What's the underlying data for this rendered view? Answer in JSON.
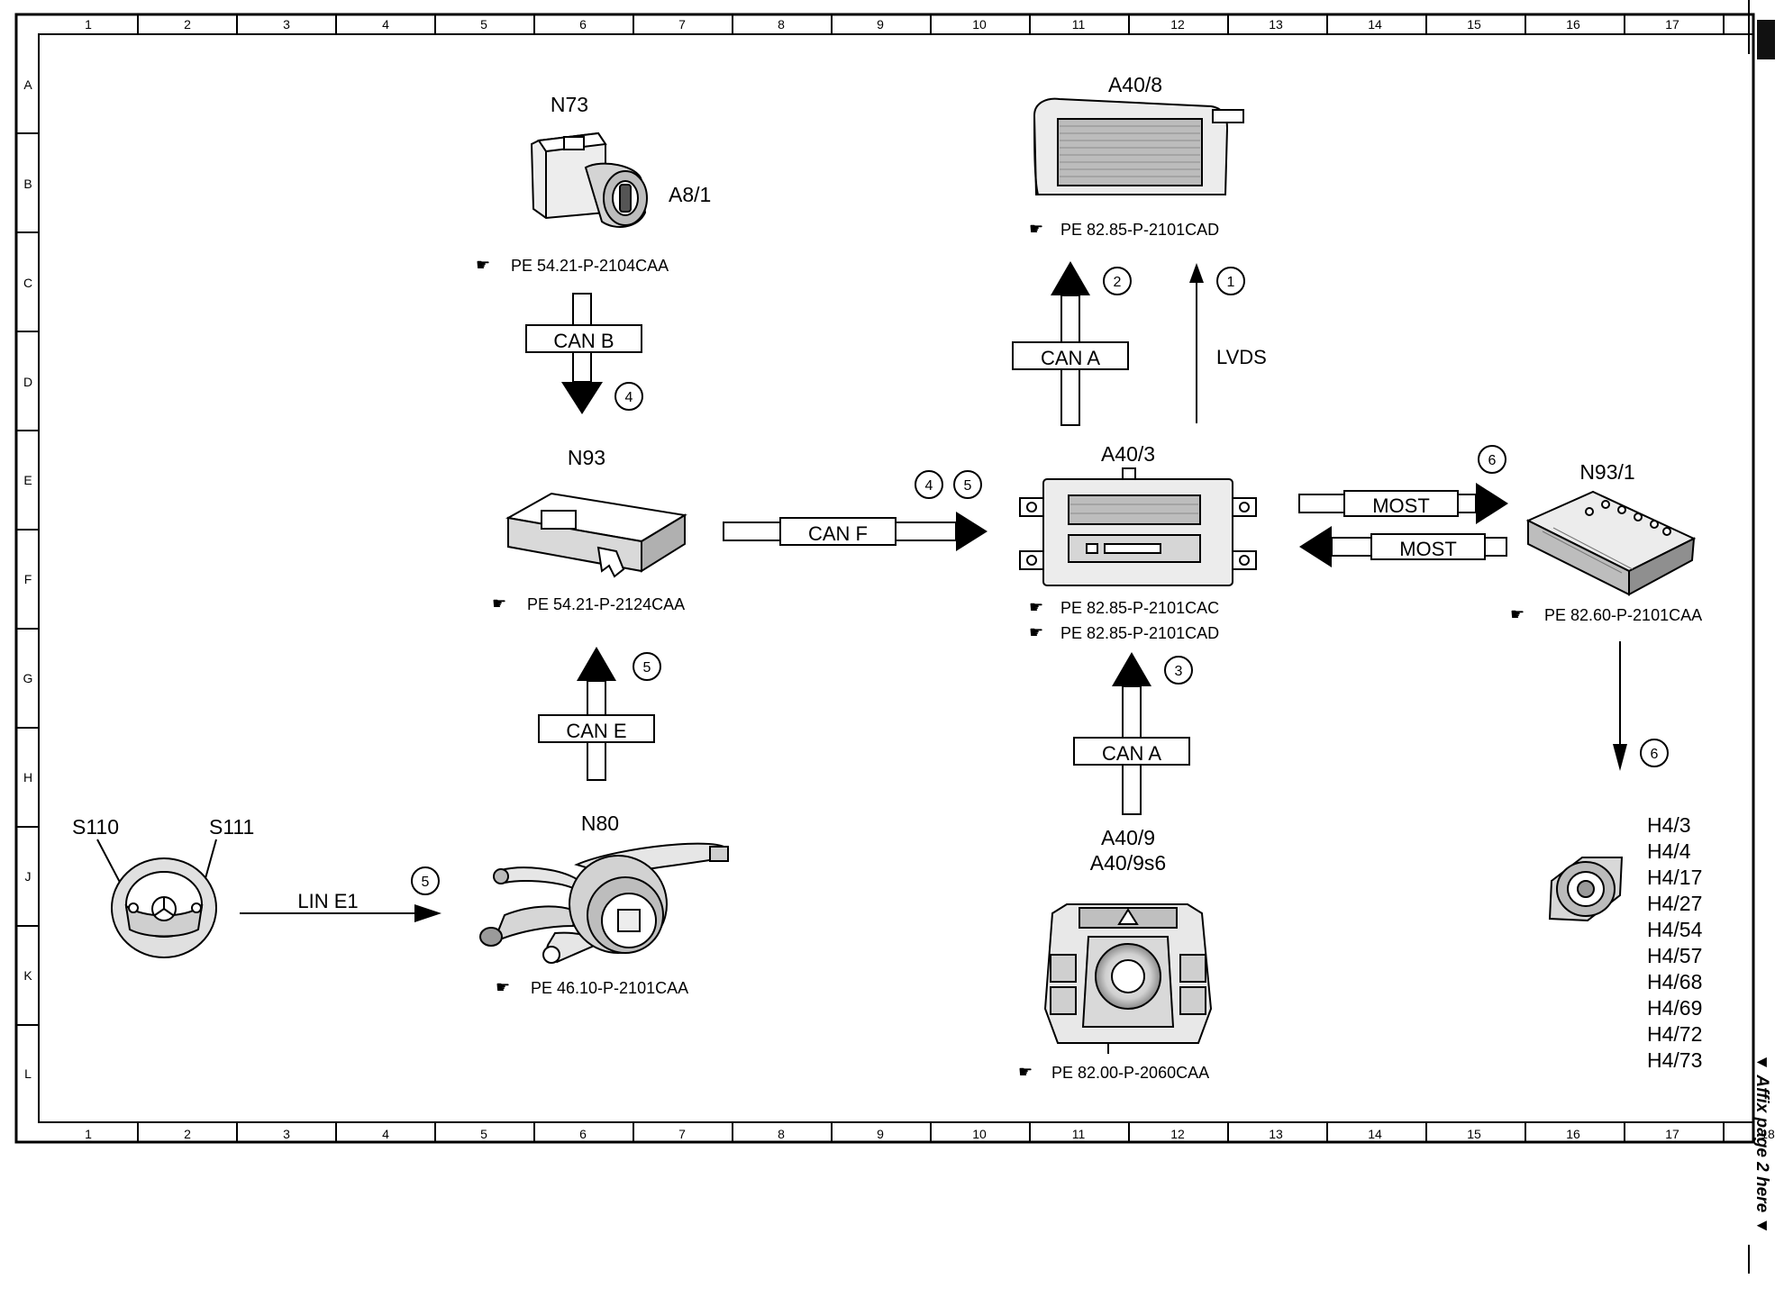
{
  "grid": {
    "columns": [
      "1",
      "2",
      "3",
      "4",
      "5",
      "6",
      "7",
      "8",
      "9",
      "10",
      "11",
      "12",
      "13",
      "14",
      "15",
      "16",
      "17",
      "18"
    ],
    "rows": [
      "A",
      "B",
      "C",
      "D",
      "E",
      "F",
      "G",
      "H",
      "J",
      "K",
      "L"
    ]
  },
  "components": {
    "n73": "N73",
    "a8_1": "A8/1",
    "a40_8": "A40/8",
    "n93": "N93",
    "a40_3": "A40/3",
    "n93_1": "N93/1",
    "n80": "N80",
    "s110": "S110",
    "s111": "S111",
    "a40_9": "A40/9",
    "a40_9s6": "A40/9s6"
  },
  "h4_list": [
    "H4/3",
    "H4/4",
    "H4/17",
    "H4/27",
    "H4/54",
    "H4/57",
    "H4/68",
    "H4/69",
    "H4/72",
    "H4/73"
  ],
  "refs": {
    "n73": "PE 54.21-P-2104CAA",
    "a40_8": "PE 82.85-P-2101CAD",
    "n93": "PE 54.21-P-2124CAA",
    "a40_3_1": "PE 82.85-P-2101CAC",
    "a40_3_2": "PE 82.85-P-2101CAD",
    "n93_1": "PE 82.60-P-2101CAA",
    "n80": "PE 46.10-P-2101CAA",
    "a40_9": "PE 82.00-P-2060CAA"
  },
  "buses": {
    "can_b": "CAN B",
    "can_a_top": "CAN A",
    "lvds": "LVDS",
    "can_f": "CAN F",
    "can_e": "CAN E",
    "can_a_bottom": "CAN A",
    "most_right": "MOST",
    "most_left": "MOST",
    "lin_e1": "LIN E1"
  },
  "circles": {
    "c_a40_8_can": "2",
    "c_a40_8_lvds": "1",
    "c_can_b": "4",
    "c_can_f_1": "4",
    "c_can_f_2": "5",
    "c_can_e": "5",
    "c_can_a_bottom": "3",
    "c_most": "6",
    "c_h4": "6",
    "c_lin": "5"
  },
  "affix_note": "▼ Affix page 2 here ▼"
}
